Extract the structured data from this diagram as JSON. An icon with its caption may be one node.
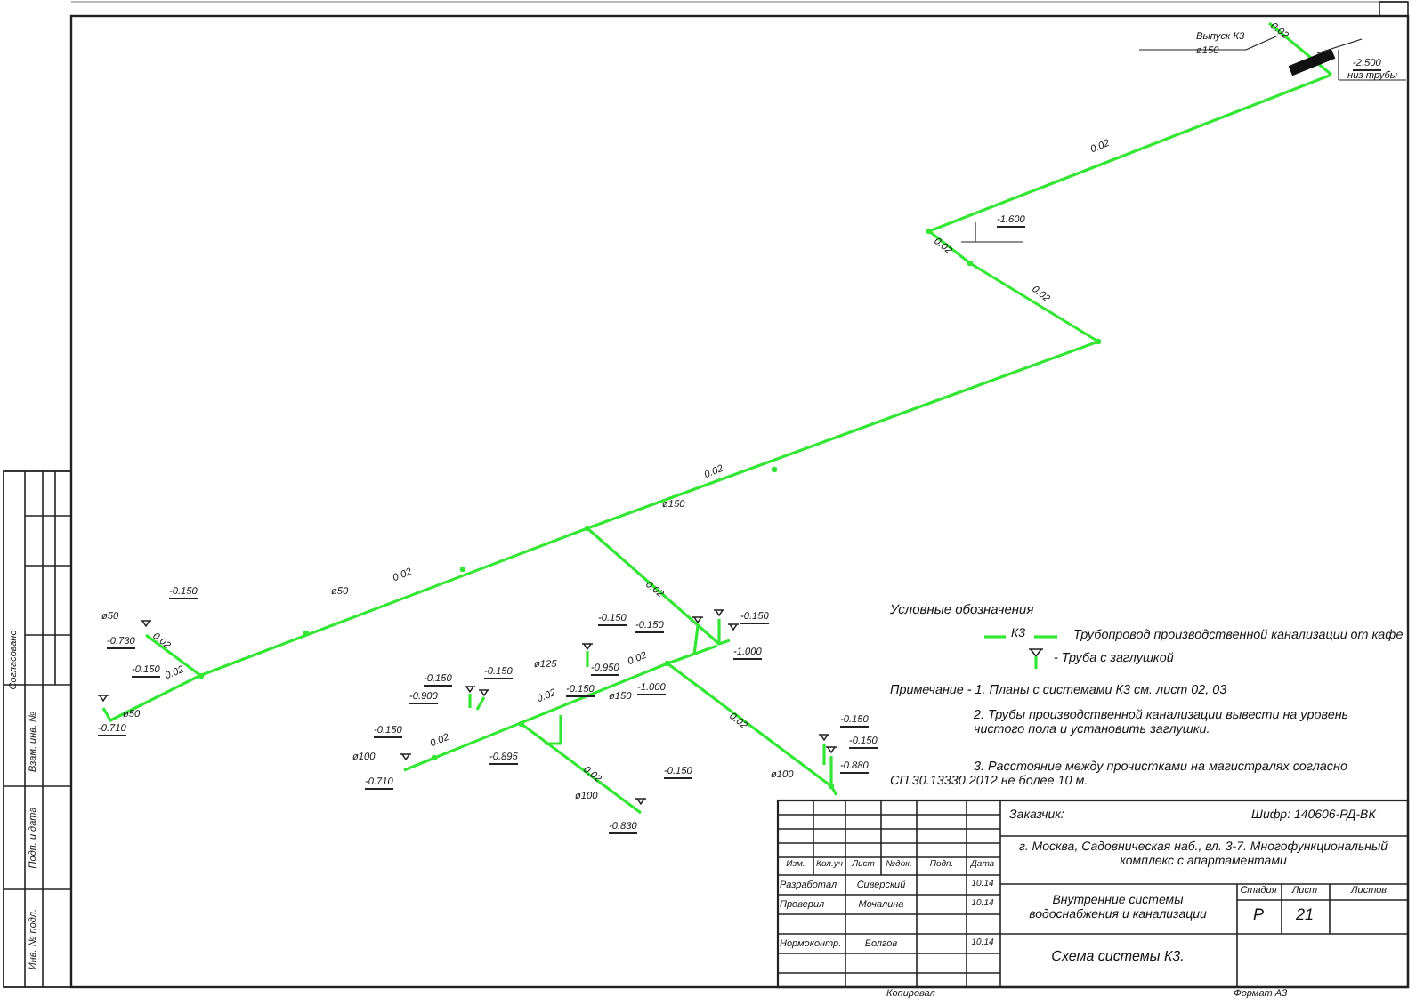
{
  "diagram": {
    "labels": [
      "Выпуск К3",
      "ø150",
      "0.02",
      "-2.500",
      "низ трубы",
      "0.02",
      "-1.600",
      "0.02",
      "0.02",
      "0.02",
      "ø150",
      "ø50",
      "0.02",
      "-0.150",
      "ø50",
      "0.02",
      "-0.730",
      "-0.150",
      "0.02",
      "ø50",
      "-0.710",
      "0.02",
      "-0.150",
      "-0.150",
      "-0.150",
      "-1.000",
      "-0.950",
      "0.02",
      "-1.000",
      "ø150",
      "-0.150",
      "ø125",
      "-0.150",
      "-0.900",
      "0.02",
      "-0.150",
      "-0.150",
      "0.02",
      "ø100",
      "-0.710",
      "-0.895",
      "0.02",
      "ø100",
      "-0.150",
      "-0.830",
      "0.02",
      "-0.150",
      "-0.150",
      "-0.880",
      "ø100",
      "Условные обозначения",
      "К3",
      "Примечание - 1. Планы с системами К3 см. лист 02, 03",
      "2. Трубы производственной канализации вывести на уровень чистого пола и установить заглушки.",
      "3. Расстояние между прочистками на магистралях согласно СП.30.13330.2012 не более 10 м.",
      "Заказчик:",
      "Шифр: 140606-РД-ВК",
      "г. Москва, Садовническая наб., вл. 3-7. Многофункциональный комплекс с апартаментами",
      "Изм.",
      "Кол.уч",
      "Лист",
      "№док.",
      "Подп.",
      "Дата",
      "Разработал",
      "Сиверский",
      "10.14",
      "Проверил",
      "Мочалина",
      "10.14",
      "Нормоконтр.",
      "Болгов",
      "10.14",
      "Внутренние системы водоснабжения и канализации",
      "Стадия",
      "Лист",
      "Листов",
      "Р",
      "21",
      "Схема системы К3.",
      "Копировал",
      "Формат А3",
      "Согласовано",
      "Взам. инв. №",
      "Подп. и дата",
      "Инв. № подл."
    ],
    "legend": [
      {
        "text": "Трубопровод производственной канализации от кафе"
      },
      {
        "text": "- Труба с заглушкой"
      }
    ]
  }
}
